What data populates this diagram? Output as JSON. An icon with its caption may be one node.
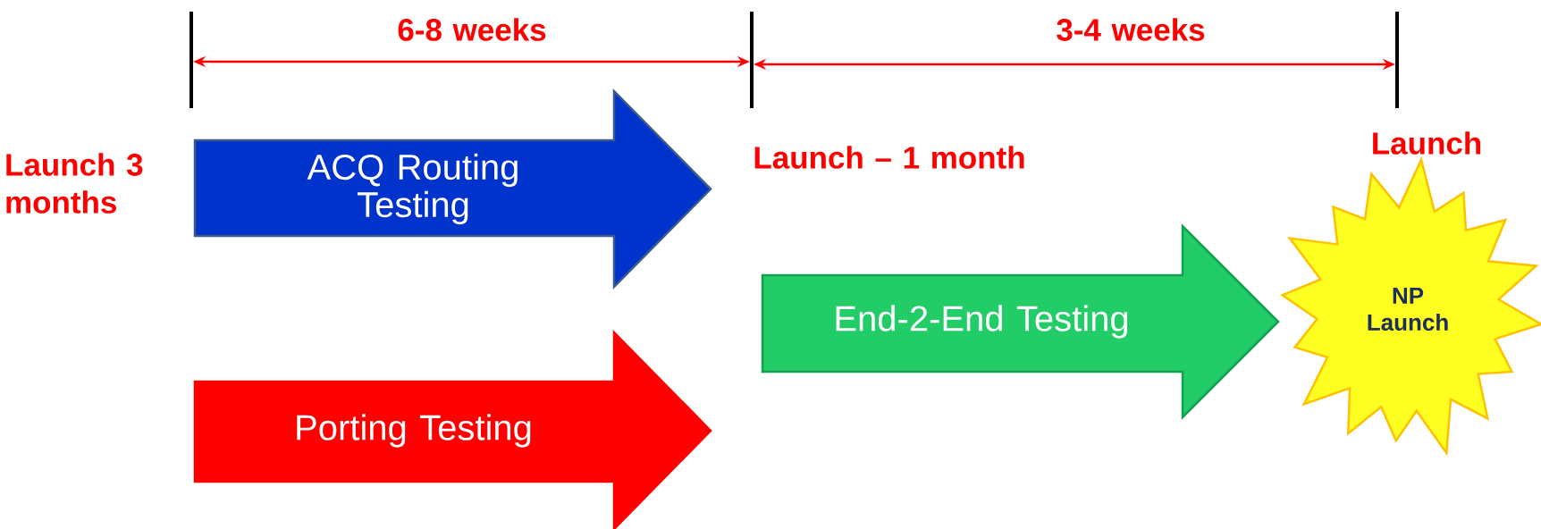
{
  "diagram": {
    "nodes": [
      {
        "text": [
          "ACQ Routing Testing"
        ]
      },
      {
        "text": [
          "Porting Testing"
        ]
      },
      {
        "text": [
          "End-2-End Testing"
        ]
      },
      {
        "text": [
          "NP Launch"
        ]
      }
    ],
    "labels": [
      "6-8 weeks",
      "3-4 weeks",
      "Launch 3 months",
      "Launch – 1 month",
      "Launch"
    ]
  }
}
